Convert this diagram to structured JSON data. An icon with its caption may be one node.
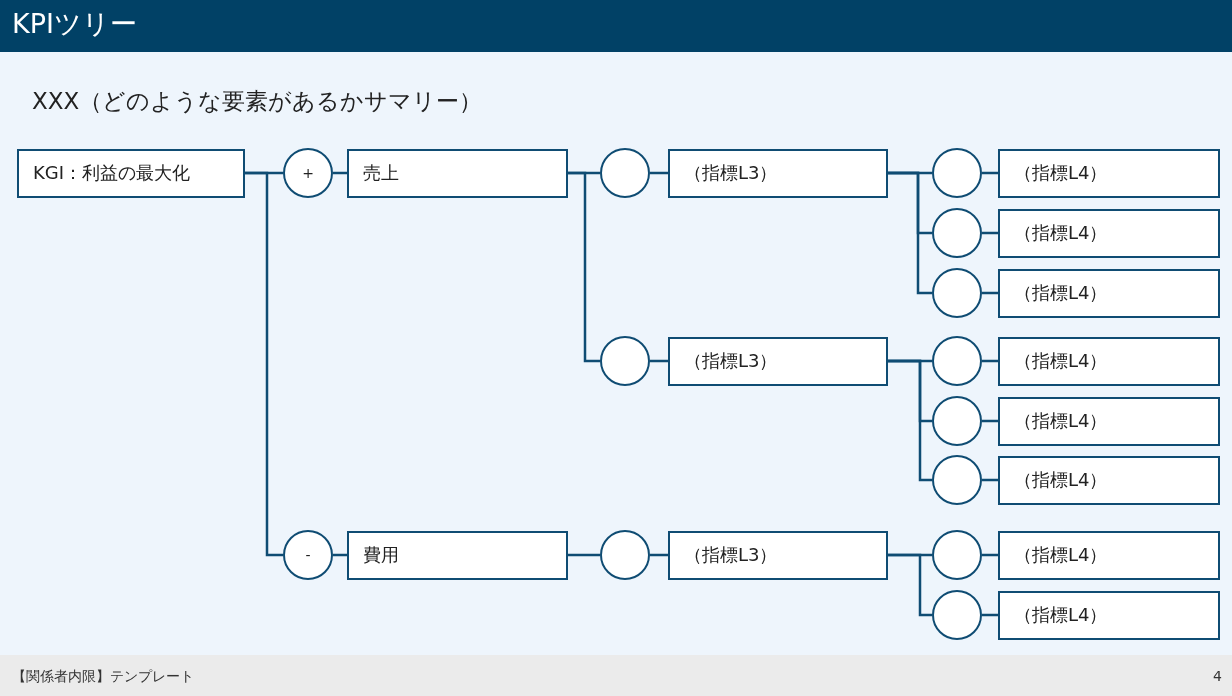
{
  "diagram": {
    "title": "KPIツリー",
    "nodes": [
      {
        "text": [
          "KGI：利益の最大化"
        ]
      },
      {
        "text": [
          "+"
        ]
      },
      {
        "text": [
          "売上"
        ]
      },
      {
        "text": [],
        "shape": "circle"
      },
      {
        "text": [
          "（指標L3）"
        ]
      },
      {
        "text": [],
        "shape": "circle"
      },
      {
        "text": [
          "（指標L4）"
        ]
      },
      {
        "text": [],
        "shape": "circle"
      },
      {
        "text": [
          "（指標L4）"
        ]
      },
      {
        "text": [],
        "shape": "circle"
      },
      {
        "text": [
          "（指標L4）"
        ]
      },
      {
        "text": [],
        "shape": "circle"
      },
      {
        "text": [
          "（指標L3）"
        ]
      },
      {
        "text": [],
        "shape": "circle"
      },
      {
        "text": [
          "（指標L4）"
        ]
      },
      {
        "text": [],
        "shape": "circle"
      },
      {
        "text": [
          "（指標L4）"
        ]
      },
      {
        "text": [],
        "shape": "circle"
      },
      {
        "text": [
          "（指標L4）"
        ]
      },
      {
        "text": [
          "-"
        ]
      },
      {
        "text": [
          "費用"
        ]
      },
      {
        "text": [],
        "shape": "circle"
      },
      {
        "text": [
          "（指標L3）"
        ]
      },
      {
        "text": [],
        "shape": "circle"
      },
      {
        "text": [
          "（指標L4）"
        ]
      },
      {
        "text": [],
        "shape": "circle"
      },
      {
        "text": [
          "（指標L4）"
        ]
      }
    ],
    "edges": [
      {
        "from": 0,
        "to": 1,
        "arrow": "none"
      },
      {
        "from": 1,
        "to": 2,
        "arrow": "none"
      },
      {
        "from": 2,
        "to": 3,
        "arrow": "none"
      },
      {
        "from": 3,
        "to": 4,
        "arrow": "none"
      },
      {
        "from": 4,
        "to": 5,
        "arrow": "none"
      },
      {
        "from": 5,
        "to": 6,
        "arrow": "none"
      },
      {
        "from": 4,
        "to": 7,
        "arrow": "none"
      },
      {
        "from": 7,
        "to": 8,
        "arrow": "none"
      },
      {
        "from": 4,
        "to": 9,
        "arrow": "none"
      },
      {
        "from": 9,
        "to": 10,
        "arrow": "none"
      },
      {
        "from": 2,
        "to": 11,
        "arrow": "none"
      },
      {
        "from": 11,
        "to": 12,
        "arrow": "none"
      },
      {
        "from": 12,
        "to": 13,
        "arrow": "none"
      },
      {
        "from": 13,
        "to": 14,
        "arrow": "none"
      },
      {
        "from": 12,
        "to": 15,
        "arrow": "none"
      },
      {
        "from": 15,
        "to": 16,
        "arrow": "none"
      },
      {
        "from": 12,
        "to": 17,
        "arrow": "none"
      },
      {
        "from": 17,
        "to": 18,
        "arrow": "none"
      },
      {
        "from": 0,
        "to": 19,
        "arrow": "none"
      },
      {
        "from": 19,
        "to": 20,
        "arrow": "none"
      },
      {
        "from": 20,
        "to": 21,
        "arrow": "none"
      },
      {
        "from": 21,
        "to": 22,
        "arrow": "none"
      },
      {
        "from": 22,
        "to": 23,
        "arrow": "none"
      },
      {
        "from": 23,
        "to": 24,
        "arrow": "none"
      },
      {
        "from": 22,
        "to": 25,
        "arrow": "none"
      },
      {
        "from": 25,
        "to": 26,
        "arrow": "none"
      }
    ],
    "labels": [
      "XXX（どのような要素があるかサマリー）",
      "【関係者内限】テンプレート",
      "4"
    ]
  }
}
